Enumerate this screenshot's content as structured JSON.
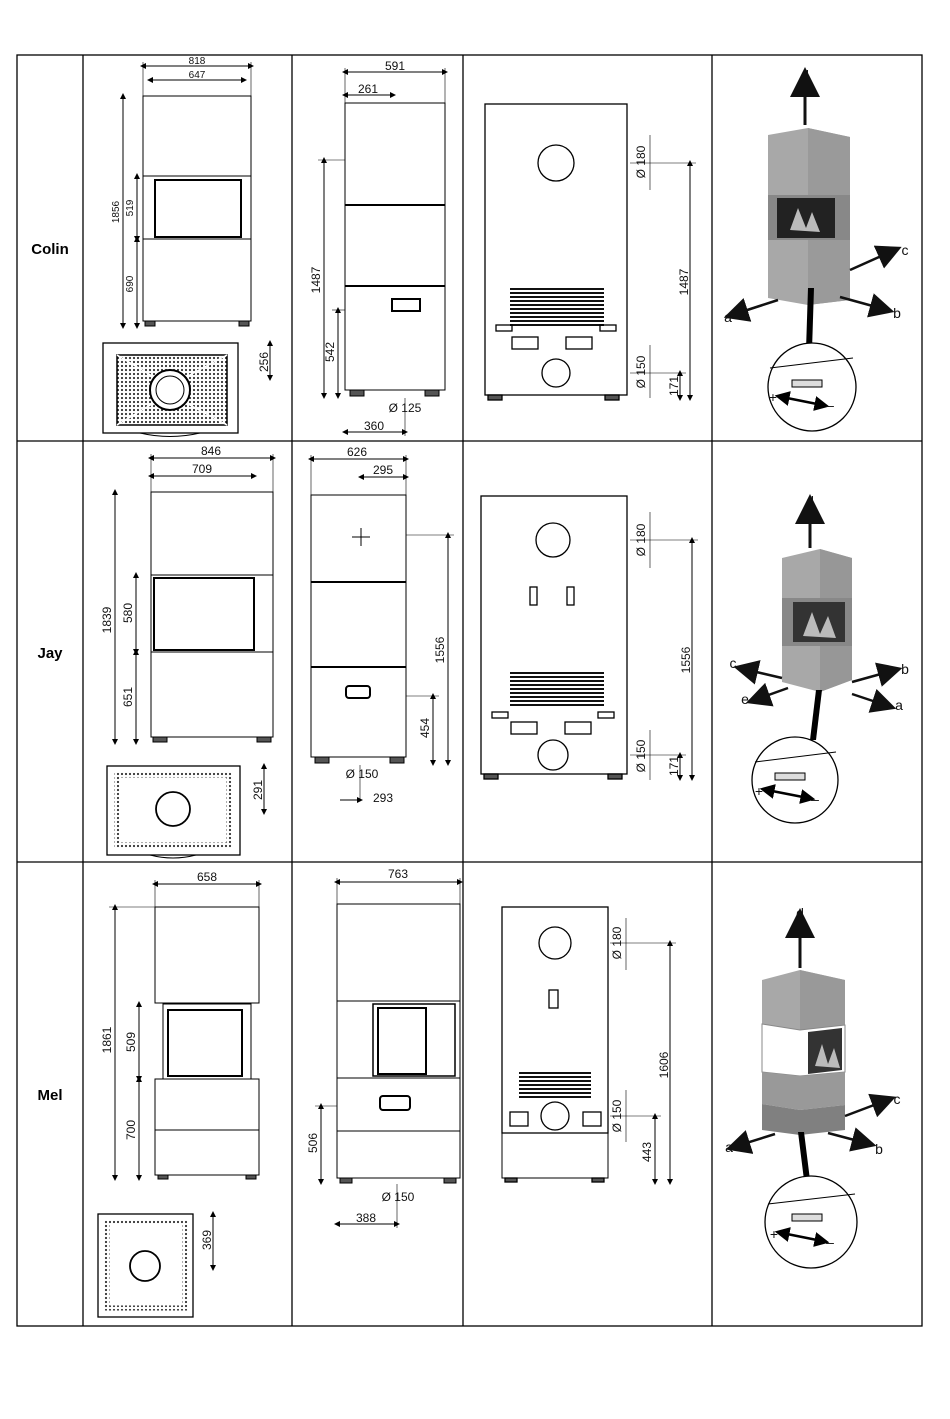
{
  "models": [
    {
      "name": "Colin",
      "front": {
        "overall_width": "818",
        "inner_width": "647",
        "total_height": "1856",
        "door_height": "519",
        "lower_height": "690",
        "top_depth": "256"
      },
      "side": {
        "depth": "591",
        "flue_offset": "261",
        "top_flue_height": "1487",
        "rear_flue_height": "542",
        "air_diameter": "Ø 125",
        "air_offset": "360"
      },
      "back": {
        "top_diameter": "Ø 180",
        "top_height": "1487",
        "bottom_diameter": "Ø 150",
        "bottom_height": "171"
      },
      "arrows": {
        "up": "d",
        "right": "c",
        "left": "a",
        "right_low": "b"
      }
    },
    {
      "name": "Jay",
      "front": {
        "overall_width": "846",
        "inner_width": "709",
        "total_height": "1839",
        "door_height": "580",
        "lower_height": "651",
        "top_depth": "291"
      },
      "side": {
        "depth": "626",
        "flue_offset": "295",
        "top_flue_height": "1556",
        "rear_flue_height": "454",
        "air_diameter": "Ø 150",
        "air_offset": "293"
      },
      "back": {
        "top_diameter": "Ø 180",
        "top_height": "1556",
        "bottom_diameter": "Ø 150",
        "bottom_height": "171"
      },
      "arrows": {
        "up": "d",
        "left_up": "c",
        "left_low": "e",
        "right_up": "b",
        "right_low": "a"
      }
    },
    {
      "name": "Mel",
      "front": {
        "overall_width": "658",
        "total_height": "1861",
        "door_height": "509",
        "lower_height": "700",
        "top_depth": "369"
      },
      "side": {
        "depth": "763",
        "rear_flue_height": "506",
        "air_diameter": "Ø 150",
        "air_offset": "388"
      },
      "back": {
        "top_diameter": "Ø 180",
        "top_height": "1606",
        "bottom_diameter": "Ø 150",
        "bottom_height": "443"
      },
      "arrows": {
        "up": "d",
        "right": "c",
        "left": "a",
        "right_low": "b"
      }
    }
  ],
  "lever": {
    "plus": "+",
    "minus": "–"
  },
  "colors": {
    "stove_gray": "#a8a8a8",
    "stove_dark": "#8a8a8a",
    "line": "#000000"
  }
}
